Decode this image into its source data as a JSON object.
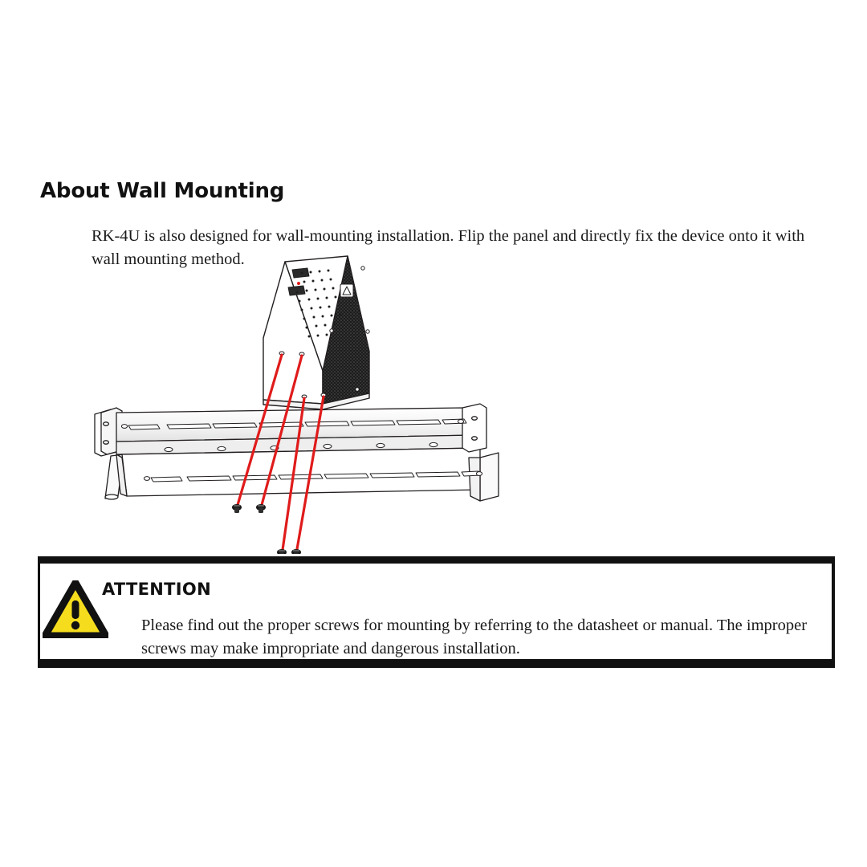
{
  "document": {
    "section": {
      "heading": "About Wall Mounting",
      "paragraph": "RK-4U is also designed for wall-mounting installation. Flip the panel and directly fix the device onto it with wall mounting method."
    },
    "illustration": {
      "alt_description": "Exploded isometric drawing: RK-4U device unit flipped above a wall-mount rack panel, with red alignment lines leading to four mounting screws.",
      "parts": [
        "device-unit",
        "rack-mount-panel",
        "mounting-screws",
        "alignment-lines"
      ],
      "colors": {
        "alignment_line": "#e01b1b",
        "metal_fill": "#ffffff",
        "outline": "#231f20",
        "vent_panel": "#1a1a1a"
      },
      "screw_count": 4
    },
    "attention": {
      "icon": "warning-triangle-icon",
      "title": "ATTENTION",
      "body": "Please find out the proper screws for mounting by referring to the datasheet or manual. The improper screws may make impropriate and dangerous installation.",
      "colors": {
        "triangle_fill": "#f5dd1e",
        "triangle_stroke": "#111111",
        "box_border": "#111111"
      }
    }
  }
}
